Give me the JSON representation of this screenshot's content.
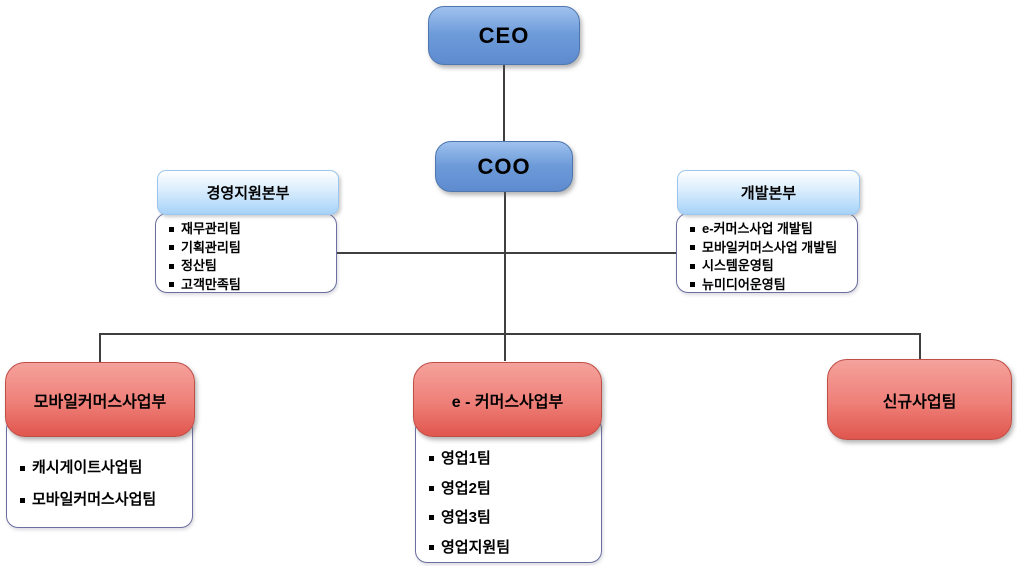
{
  "org": {
    "ceo": {
      "label": "CEO"
    },
    "coo": {
      "label": "COO"
    },
    "left_division": {
      "title": "경영지원본부",
      "items": [
        "재무관리팀",
        "기획관리팀",
        "정산팀",
        "고객만족팀"
      ]
    },
    "right_division": {
      "title": "개발본부",
      "items": [
        "e-커머스사업 개발팀",
        "모바일커머스사업 개발팀",
        "시스템운영팀",
        "뉴미디어운영팀"
      ]
    },
    "bottom_left_division": {
      "title": "모바일커머스사업부",
      "items": [
        "캐시게이트사업팀",
        "모바일커머스사업팀"
      ]
    },
    "bottom_center_division": {
      "title": "e - 커머스사업부",
      "items": [
        "영업1팀",
        "영업2팀",
        "영업3팀",
        "영업지원팀"
      ]
    },
    "bottom_right_division": {
      "title": "신규사업팀",
      "items": []
    }
  },
  "colors": {
    "blue_node_top": "#9fc1ee",
    "blue_node_bottom": "#5d8bce",
    "blue_header_top": "#ffffff",
    "blue_header_bottom": "#a6d2f8",
    "red_node_top": "#f5a29c",
    "red_node_bottom": "#e0564d",
    "red_node_border": "#bf4e46",
    "list_border": "#6b6f9f",
    "connector": "#3f3f3f",
    "text": "#000000",
    "background": "#ffffff"
  }
}
